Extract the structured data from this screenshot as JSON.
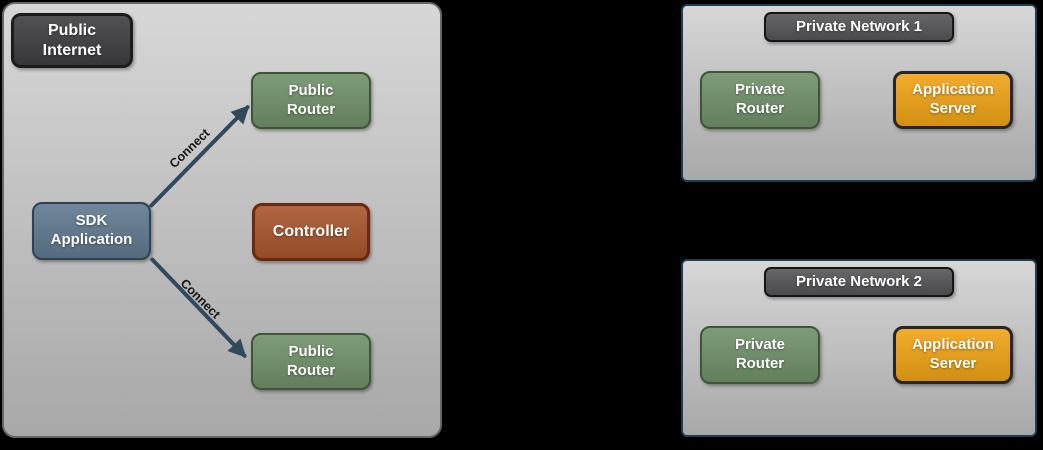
{
  "diagram": {
    "public_internet": {
      "title": "Public\nInternet",
      "sdk_application": "SDK\nApplication",
      "controller": "Controller",
      "public_router_top": "Public\nRouter",
      "public_router_bottom": "Public\nRouter",
      "connect_top": "Connect",
      "connect_bottom": "Connect"
    },
    "private_network_1": {
      "title": "Private Network 1",
      "private_router": "Private\nRouter",
      "application_server": "Application\nServer"
    },
    "private_network_2": {
      "title": "Private Network 2",
      "private_router": "Private\nRouter",
      "application_server": "Application\nServer"
    }
  },
  "colors": {
    "arrow_color": "#31495d",
    "zone_fill_top": "#d7d7d7",
    "zone_fill_bottom": "#a8a8a8",
    "zone_border": "#666666",
    "network_border": "#1d3d52",
    "dark_label_fill": "#3e3e40",
    "network_label_fill": "#555557",
    "router_fill": "#70906a",
    "sdk_fill": "#60798f",
    "controller_fill": "#a8552c",
    "server_fill": "#f0a315"
  }
}
